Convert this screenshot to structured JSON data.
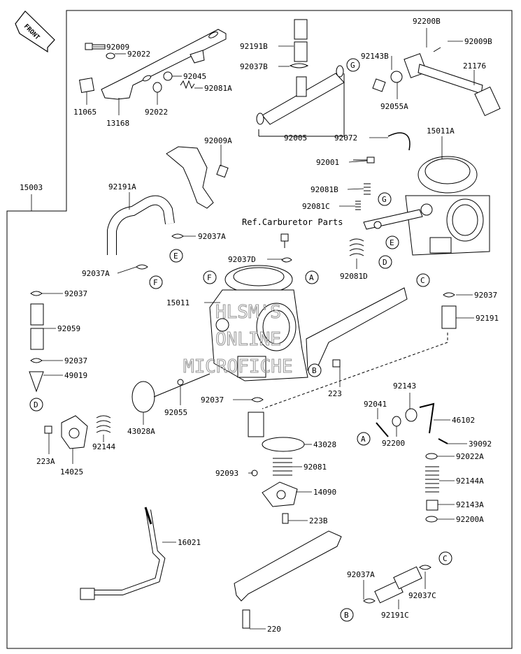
{
  "diagram": {
    "parts": [
      {
        "id": "front",
        "text": "FRONT"
      },
      {
        "id": "p92009",
        "text": "92009"
      },
      {
        "id": "p92022a",
        "text": "92022"
      },
      {
        "id": "p92045",
        "text": "92045"
      },
      {
        "id": "p92081a",
        "text": "92081A"
      },
      {
        "id": "p11065",
        "text": "11065"
      },
      {
        "id": "p92022b",
        "text": "92022"
      },
      {
        "id": "p13168",
        "text": "13168"
      },
      {
        "id": "p92191b",
        "text": "92191B"
      },
      {
        "id": "p92037b",
        "text": "92037B"
      },
      {
        "id": "p92005",
        "text": "92005"
      },
      {
        "id": "p92200b",
        "text": "92200B"
      },
      {
        "id": "p92009b",
        "text": "92009B"
      },
      {
        "id": "p92143b",
        "text": "92143B"
      },
      {
        "id": "p21176",
        "text": "21176"
      },
      {
        "id": "p92055a",
        "text": "92055A"
      },
      {
        "id": "p15003",
        "text": "15003"
      },
      {
        "id": "p92009a",
        "text": "92009A"
      },
      {
        "id": "p92072",
        "text": "92072"
      },
      {
        "id": "p15011a",
        "text": "15011A"
      },
      {
        "id": "p92001",
        "text": "92001"
      },
      {
        "id": "p92081b",
        "text": "92081B"
      },
      {
        "id": "p92081c",
        "text": "92081C"
      },
      {
        "id": "p92191a",
        "text": "92191A"
      },
      {
        "id": "ref_carb",
        "text": "Ref.Carburetor Parts"
      },
      {
        "id": "p92037a_1",
        "text": "92037A"
      },
      {
        "id": "p92037d",
        "text": "92037D"
      },
      {
        "id": "p92081d",
        "text": "92081D"
      },
      {
        "id": "p92037a_2",
        "text": "92037A"
      },
      {
        "id": "p92037_1",
        "text": "92037"
      },
      {
        "id": "p15011",
        "text": "15011"
      },
      {
        "id": "p92037_2",
        "text": "92037"
      },
      {
        "id": "p92191",
        "text": "92191"
      },
      {
        "id": "p92059",
        "text": "92059"
      },
      {
        "id": "p92037_3",
        "text": "92037"
      },
      {
        "id": "p49019",
        "text": "49019"
      },
      {
        "id": "p223",
        "text": "223"
      },
      {
        "id": "p92143",
        "text": "92143"
      },
      {
        "id": "p92041",
        "text": "92041"
      },
      {
        "id": "p92037_4",
        "text": "92037"
      },
      {
        "id": "p92055",
        "text": "92055"
      },
      {
        "id": "p46102",
        "text": "46102"
      },
      {
        "id": "p43028a",
        "text": "43028A"
      },
      {
        "id": "p92200",
        "text": "92200"
      },
      {
        "id": "p39092",
        "text": "39092"
      },
      {
        "id": "p92144",
        "text": "92144"
      },
      {
        "id": "p223a",
        "text": "223A"
      },
      {
        "id": "p43028",
        "text": "43028"
      },
      {
        "id": "p92022a2",
        "text": "92022A"
      },
      {
        "id": "p14025",
        "text": "14025"
      },
      {
        "id": "p92081",
        "text": "92081"
      },
      {
        "id": "p92093",
        "text": "92093"
      },
      {
        "id": "p92144a",
        "text": "92144A"
      },
      {
        "id": "p14090",
        "text": "14090"
      },
      {
        "id": "p92143a",
        "text": "92143A"
      },
      {
        "id": "p223b",
        "text": "223B"
      },
      {
        "id": "p92200a",
        "text": "92200A"
      },
      {
        "id": "p16021",
        "text": "16021"
      },
      {
        "id": "p92037a_3",
        "text": "92037A"
      },
      {
        "id": "p92037c",
        "text": "92037C"
      },
      {
        "id": "p92191c",
        "text": "92191C"
      },
      {
        "id": "p220",
        "text": "220"
      }
    ],
    "callouts": [
      "A",
      "B",
      "C",
      "D",
      "E",
      "F",
      "G"
    ],
    "watermark": [
      "HLSM'S",
      "ONLINE",
      "MICROFICHE"
    ]
  }
}
